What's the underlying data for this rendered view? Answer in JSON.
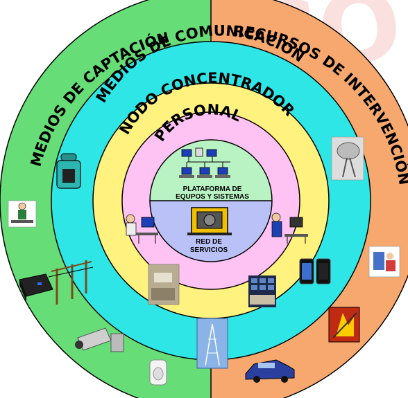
{
  "watermark": "MCO",
  "rings": {
    "outer_left": "MEDIOS DE CAPTACIÓN",
    "outer_right": "RECURSOS DE INTERVENCIÓN",
    "second": "MEDIOS DE COMUNICACIÓN",
    "third": "NODO CONCENTRADOR",
    "fourth": "PERSONAL"
  },
  "core": {
    "upper_label_line1": "PLATAFORMA DE",
    "upper_label_line2": "EQUPOS Y SISTEMAS",
    "lower_label_line1": "RED DE",
    "lower_label_line2": "SERVICIOS"
  },
  "colors": {
    "outer_left": "#66dd77",
    "outer_right": "#f6a86f",
    "communication": "#2fe6e6",
    "concentrator": "#fff27f",
    "personal": "#ffc3f3",
    "platform": "#b9f3c3",
    "services": "#b9c1f6",
    "watermark": "#f4a8a4"
  },
  "icons": [
    "desk-phone-icon",
    "office-worker-icon",
    "dvr-recorder-icon",
    "power-poles-icon",
    "security-camera-icon",
    "motion-sensor-icon",
    "room-photo-icon",
    "radio-tower-icon",
    "monitor-wall-icon",
    "operator-left-icon",
    "operator-right-icon",
    "satellite-dish-icon",
    "smartphones-icon",
    "medic-icon",
    "firefighter-icon",
    "police-car-icon",
    "network-computers-icon",
    "generator-icon"
  ]
}
